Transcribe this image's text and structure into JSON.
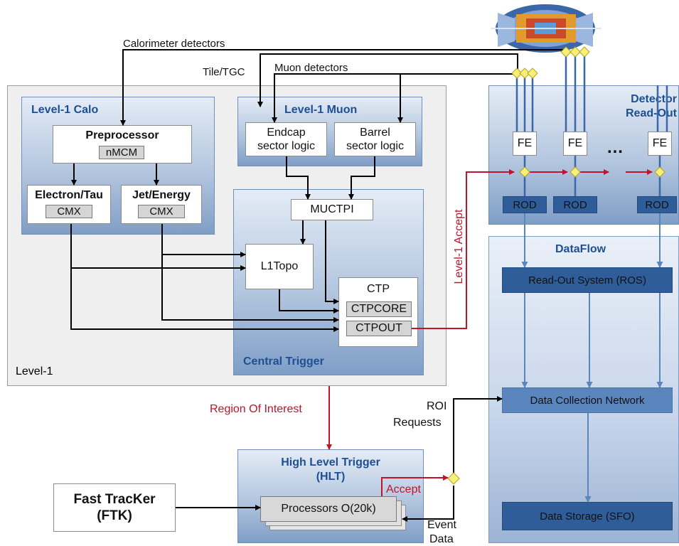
{
  "labels": {
    "calorimeter_detectors": "Calorimeter detectors",
    "tile_tgc": "Tile/TGC",
    "muon_detectors": "Muon detectors",
    "level1_accept": "Level-1 Accept",
    "region_of_interest": "Region Of Interest",
    "roi": "ROI",
    "requests": "Requests",
    "accept": "Accept",
    "event": "Event",
    "data": "Data"
  },
  "level1": {
    "title": "Level-1",
    "calo": {
      "title": "Level-1 Calo",
      "preprocessor": "Preprocessor",
      "nmcm": "nMCM",
      "electron_tau": "Electron/Tau",
      "jet_energy": "Jet/Energy",
      "cmx": "CMX"
    },
    "muon": {
      "title": "Level-1 Muon",
      "endcap_1": "Endcap",
      "endcap_2": "sector logic",
      "barrel_1": "Barrel",
      "barrel_2": "sector logic"
    },
    "central": {
      "title": "Central Trigger",
      "muctpi": "MUCTPI",
      "l1topo": "L1Topo",
      "ctp": "CTP",
      "ctpcore": "CTPCORE",
      "ctpout": "CTPOUT"
    }
  },
  "readout": {
    "title_1": "Detector",
    "title_2": "Read-Out",
    "fe": "FE",
    "ellipsis": "…",
    "rod": "ROD"
  },
  "dataflow": {
    "title": "DataFlow",
    "ros": "Read-Out System (ROS)",
    "dcn": "Data Collection Network",
    "sfo": "Data Storage (SFO)"
  },
  "hlt": {
    "title_1": "High Level Trigger",
    "title_2": "(HLT)",
    "processors": "Processors O(20k)"
  },
  "ftk": {
    "line1": "Fast TracKer",
    "line2": "(FTK)"
  },
  "colors": {
    "accent_red": "#c0142b",
    "navy": "#2f5d9a",
    "title_blue": "#1f4f93",
    "diamond": "#f7ef7a"
  }
}
